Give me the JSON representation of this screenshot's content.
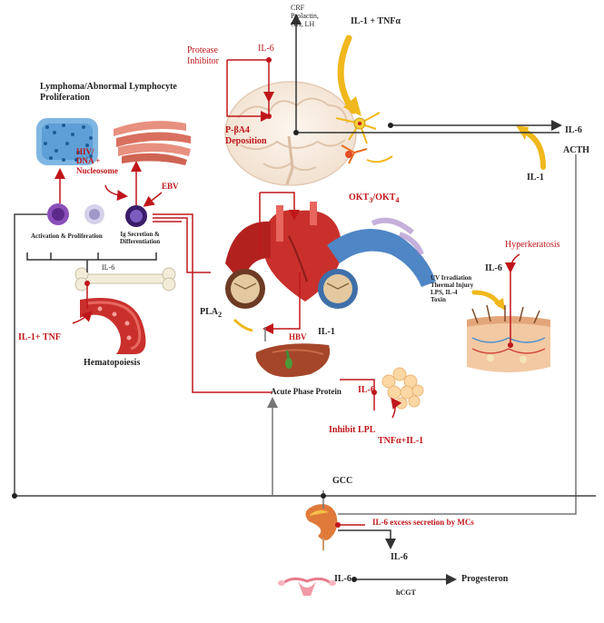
{
  "labels": {
    "crf_lines": [
      "CRF",
      "Prolactin,",
      "GH, LH"
    ],
    "il1_tnfa_top": "IL-1 + TNFα",
    "protease_inhibitor": [
      "Protease",
      "Inhibitor"
    ],
    "il6_protease": "IL-6",
    "pba4": [
      "P-βA4",
      "Deposition"
    ],
    "il6_top_right": "IL-6",
    "acth": "ACTH",
    "il1_right": "IL-1",
    "lymphoma_title": [
      "Lymphoma/Abnormal Lymphocyte",
      "Proliferation"
    ],
    "hiv": [
      "HIV/",
      "DNA +",
      "Nucleosome"
    ],
    "ebv": "EBV",
    "activation": "Activation  &  Proliferation",
    "ig_secretion": [
      "Ig Secretion &",
      "Differentiation"
    ],
    "il6_bone": "IL-6",
    "il1_tnf_left": "IL-1+ TNF",
    "hematopoiesis": "Hematopoiesis",
    "okt": "OKT3/OKT4",
    "pla2": "PLA2",
    "hbv": "HBV",
    "il1_liver": "IL-1",
    "acute_phase": "Acute Phase Protein",
    "il6_lpl": "IL-6",
    "inhibit_lpl": "Inhibit LPL",
    "tnfa_il1": "TNFα+IL-1",
    "hyperkeratosis": "Hyperkeratosis",
    "il6_skin": "IL-6",
    "uv_lines": [
      "UV Irradiation",
      "Thermal Injury",
      "LPS, IL-4",
      "Toxin"
    ],
    "gcc": "GCC",
    "il6_excess": "IL-6 excess secretion by MCs",
    "il6_adrenal": "IL-6",
    "il6_bottom": "IL-6",
    "progesteron": "Progesteron",
    "hcgt": "hCGT"
  },
  "colors": {
    "red": "#c0161b",
    "dark": "#333333",
    "grey_line": "#8a8a8a",
    "yellow_arrow": "#f0b81c",
    "lymph_blue": "#2f7fc1",
    "muscle_pink": "#e8907f",
    "heart_red": "#c9302c",
    "vein_blue": "#4f86c6",
    "liver_brown": "#a5462a",
    "skin": "#f3c9a3"
  },
  "icons": [
    "brain-illustration",
    "neuron-icon",
    "lymphocyte-cluster",
    "muscle-fibers",
    "heart-illustration",
    "bone-icon",
    "blood-vessel",
    "liver-illustration",
    "fat-cells",
    "skin-cross-section",
    "kidney-adrenal",
    "uterus-icon"
  ]
}
